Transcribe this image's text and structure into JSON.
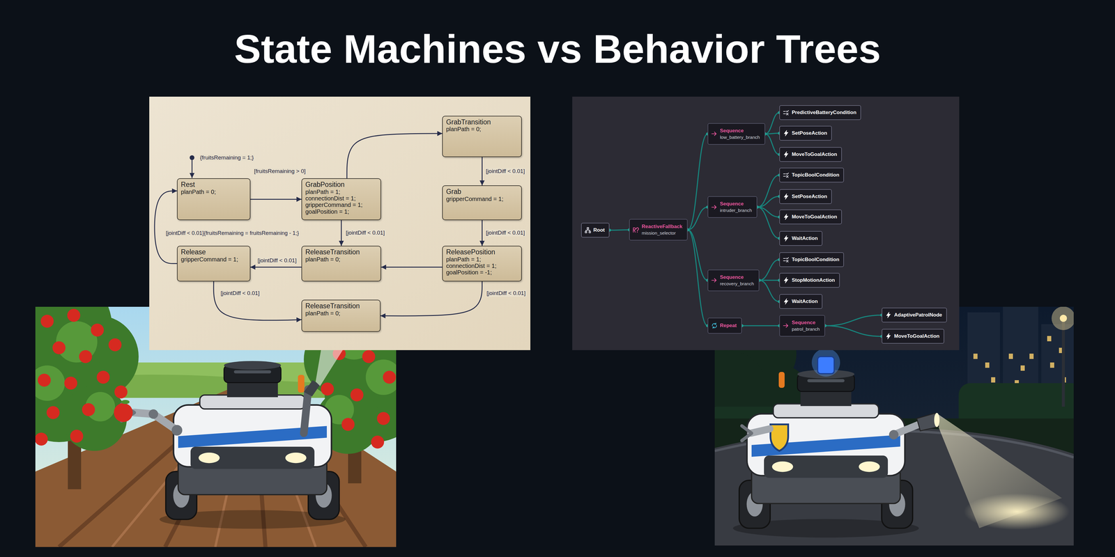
{
  "diagram": {
    "title": "State Machines vs Behavior Trees",
    "nodes": [
      {
        "text": [
          "GrabTransition",
          "planPath = 0;"
        ]
      },
      {
        "text": [
          "Rest",
          "planPath = 0;"
        ]
      },
      {
        "text": [
          "GrabPosition",
          "planPath = 1;",
          "connectionDist = 1;",
          "gripperCommand = 1;",
          "goalPosition = 1;"
        ]
      },
      {
        "text": [
          "Grab",
          "gripperCommand = 1;"
        ]
      },
      {
        "text": [
          "Release",
          "gripperCommand = 1;"
        ]
      },
      {
        "text": [
          "ReleaseTransition",
          "planPath = 0;"
        ]
      },
      {
        "text": [
          "ReleasePosition",
          "planPath = 1;",
          "connectionDist = 1;",
          "goalPosition = -1;"
        ]
      },
      {
        "text": [
          "ReleaseTransition",
          "planPath = 0;"
        ]
      },
      {
        "text": [
          "Root"
        ]
      },
      {
        "text": [
          "ReactiveFallback",
          "mission_selector"
        ]
      },
      {
        "text": [
          "Sequence",
          "low_battery_branch"
        ]
      },
      {
        "text": [
          "PredictiveBatteryCondition"
        ]
      },
      {
        "text": [
          "SetPoseAction"
        ]
      },
      {
        "text": [
          "MoveToGoalAction"
        ]
      },
      {
        "text": [
          "Sequence",
          "intruder_branch"
        ]
      },
      {
        "text": [
          "TopicBoolCondition"
        ]
      },
      {
        "text": [
          "SetPoseAction"
        ]
      },
      {
        "text": [
          "MoveToGoalAction"
        ]
      },
      {
        "text": [
          "WaitAction"
        ]
      },
      {
        "text": [
          "Sequence",
          "recovery_branch"
        ]
      },
      {
        "text": [
          "TopicBoolCondition"
        ]
      },
      {
        "text": [
          "StopMotionAction"
        ]
      },
      {
        "text": [
          "WaitAction"
        ]
      },
      {
        "text": [
          "Repeat"
        ]
      },
      {
        "text": [
          "Sequence",
          "patrol_branch"
        ]
      },
      {
        "text": [
          "AdaptivePatrolNode"
        ]
      },
      {
        "text": [
          "MoveToGoalAction"
        ]
      }
    ],
    "edges": [
      {
        "from": 1,
        "to": 2,
        "label": "[fruitsRemaining > 0]",
        "arrow": "to"
      },
      {
        "from": 2,
        "to": 0,
        "arrow": "to"
      },
      {
        "from": 0,
        "to": 3,
        "label": "[jointDiff < 0.01]",
        "arrow": "to"
      },
      {
        "from": 3,
        "to": 6,
        "label": "[jointDiff < 0.01]",
        "arrow": "to"
      },
      {
        "from": 2,
        "to": 5,
        "label": "[jointDiff < 0.01]",
        "arrow": "to"
      },
      {
        "from": 6,
        "to": 5,
        "arrow": "to"
      },
      {
        "from": 5,
        "to": 4,
        "label": "[jointDiff < 0.01]",
        "arrow": "to"
      },
      {
        "from": 6,
        "to": 7,
        "label": "[jointDiff < 0.01]",
        "arrow": "to"
      },
      {
        "from": 4,
        "to": 7,
        "label": "[jointDiff < 0.01]",
        "arrow": "to"
      },
      {
        "from": 4,
        "to": 1,
        "label": "[jointDiff < 0.01]{fruitsRemaining = fruitsRemaining - 1;}",
        "arrow": "to"
      },
      {
        "from": 8,
        "to": 9,
        "arrow": "none"
      },
      {
        "from": 9,
        "to": 10,
        "arrow": "none"
      },
      {
        "from": 9,
        "to": 14,
        "arrow": "none"
      },
      {
        "from": 9,
        "to": 19,
        "arrow": "none"
      },
      {
        "from": 9,
        "to": 23,
        "arrow": "none"
      },
      {
        "from": 10,
        "to": 11,
        "arrow": "none"
      },
      {
        "from": 10,
        "to": 12,
        "arrow": "none"
      },
      {
        "from": 10,
        "to": 13,
        "arrow": "none"
      },
      {
        "from": 14,
        "to": 15,
        "arrow": "none"
      },
      {
        "from": 14,
        "to": 16,
        "arrow": "none"
      },
      {
        "from": 14,
        "to": 17,
        "arrow": "none"
      },
      {
        "from": 14,
        "to": 18,
        "arrow": "none"
      },
      {
        "from": 19,
        "to": 20,
        "arrow": "none"
      },
      {
        "from": 19,
        "to": 21,
        "arrow": "none"
      },
      {
        "from": 19,
        "to": 22,
        "arrow": "none"
      },
      {
        "from": 23,
        "to": 24,
        "arrow": "none"
      },
      {
        "from": 24,
        "to": 25,
        "arrow": "none"
      },
      {
        "from": 24,
        "to": 26,
        "arrow": "none"
      }
    ],
    "labels": [
      "{fruitsRemaining = 1;}"
    ]
  }
}
